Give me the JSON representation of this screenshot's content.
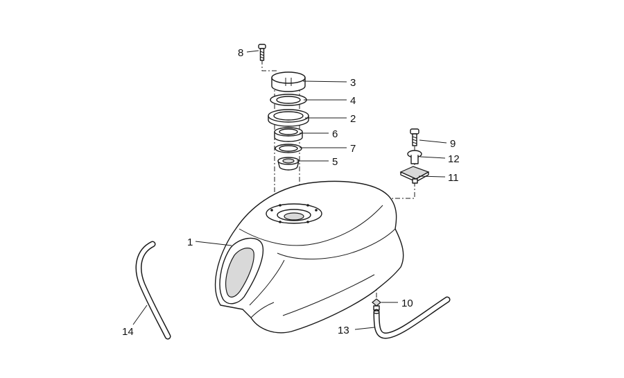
{
  "callouts": {
    "c1": "1",
    "c2": "2",
    "c3": "3",
    "c4": "4",
    "c5": "5",
    "c6": "6",
    "c7": "7",
    "c8": "8",
    "c9": "9",
    "c10": "10",
    "c11": "11",
    "c12": "12",
    "c13": "13",
    "c14": "14"
  },
  "colors": {
    "line": "#1a1a1a",
    "background": "#ffffff",
    "shade": "#d9d9d9"
  }
}
